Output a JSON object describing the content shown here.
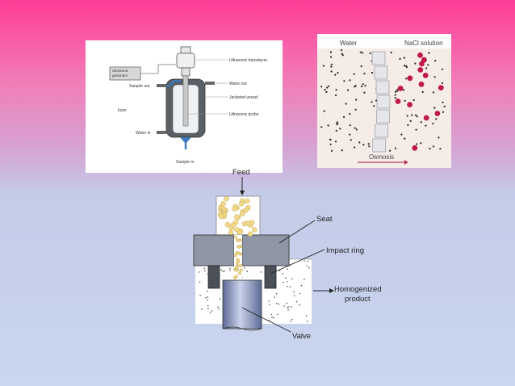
{
  "ultrasonic": {
    "generator_line1": "Ultrasonic",
    "generator_line2": "generator",
    "transducer": "Ultrasonic transducer",
    "sample_out": "Sample out",
    "water_out": "Water out",
    "jacketed_vessel": "Jacketed vessel",
    "probe": "Ultrasonic probe",
    "side_fragment": "lucer",
    "water_in": "Water in",
    "sample_in": "Sample in"
  },
  "osmosis": {
    "water": "Water",
    "nacl": "NaCl solution",
    "osmosis": "Osmosis"
  },
  "homogenizer": {
    "feed": "Feed",
    "seat": "Seat",
    "impact_ring": "Impact ring",
    "product_line1": "Homogenized",
    "product_line2": "product",
    "valve": "Valve"
  },
  "colors": {
    "background_top": "#ff3d96",
    "background_bottom": "#c9d6ef",
    "solute_dot": "#c0184a",
    "feed_particle": "#f2da8a",
    "valve_blue": "#8a9ac4"
  }
}
